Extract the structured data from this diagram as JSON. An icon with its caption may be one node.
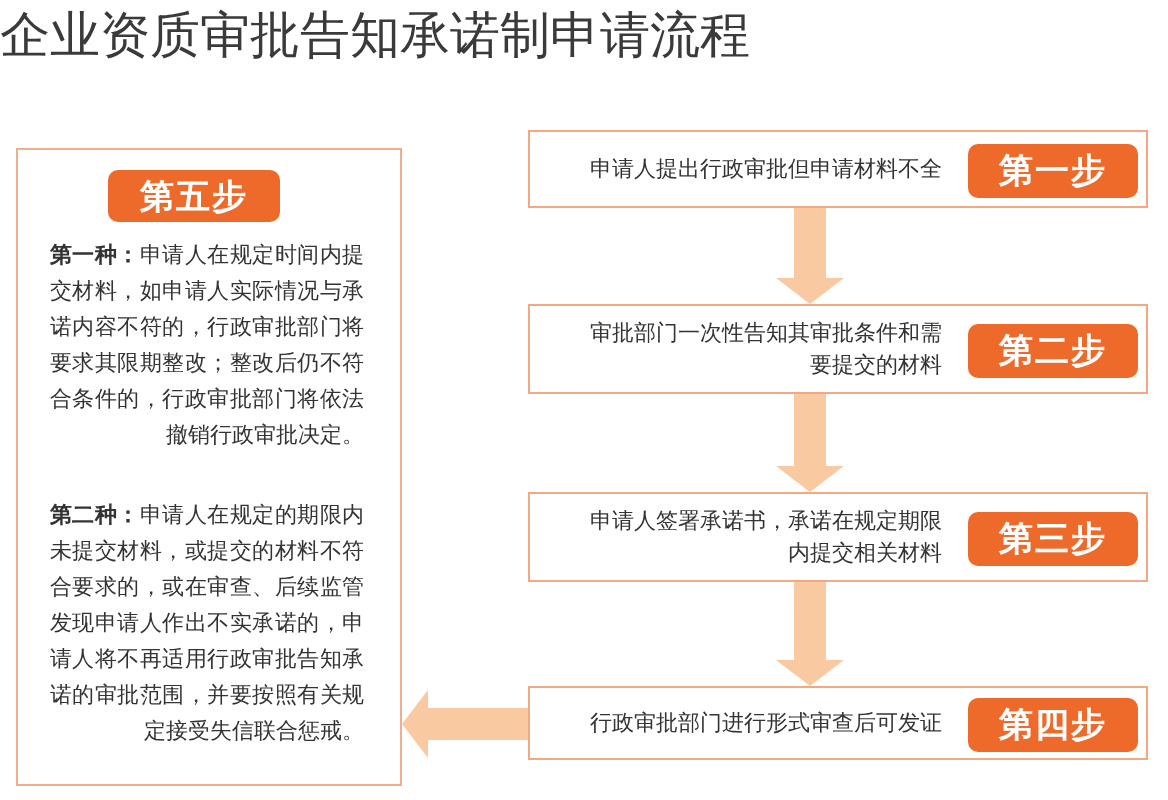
{
  "diagram": {
    "title": "企业资质审批告知承诺制申请流程",
    "nodes": [
      {
        "text": [
          "申请人提出行政审批但申请材料不全"
        ]
      },
      {
        "text": [
          "第一步"
        ],
        "in": 0
      },
      {
        "text": [
          "审批部门一次性告知其审批条件和需要提交的材料"
        ]
      },
      {
        "text": [
          "第二步"
        ],
        "in": 2
      },
      {
        "text": [
          "申请人签署承诺书，承诺在规定期限内提交相关材料"
        ]
      },
      {
        "text": [
          "第三步"
        ],
        "in": 4
      },
      {
        "text": [
          "行政审批部门进行形式审查后可发证"
        ]
      },
      {
        "text": [
          "第四步"
        ],
        "in": 6
      },
      {
        "text": [
          "**第一种：**申请人在规定时间内提交材料，如申请人实际情况与承诺内容不符的，行政审批部门将要求其限期整改；整改后仍不符合条件的，行政审批部门将依法撤销行政审批决定。",
          "**第二种：**申请人在规定的期限内未提交材料，或提交的材料不符合要求的，或在审查、后续监管发现申请人作出不实承诺的，申请人将不再适用行政审批告知承诺的审批范围，并要按照有关规定接受失信联合惩戒。"
        ]
      },
      {
        "text": [
          "第五步"
        ],
        "in": 8
      }
    ],
    "edges": [
      {
        "from": 0,
        "to": 2,
        "arrow": "to"
      },
      {
        "from": 2,
        "to": 4,
        "arrow": "to"
      },
      {
        "from": 4,
        "to": 6,
        "arrow": "to"
      },
      {
        "from": 6,
        "to": 8,
        "arrow": "to"
      }
    ]
  }
}
